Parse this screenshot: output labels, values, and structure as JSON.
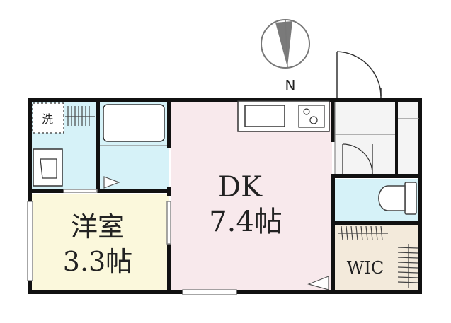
{
  "compass": {
    "label": "N"
  },
  "rooms": {
    "dk": {
      "name": "DK",
      "size": "7.4帖"
    },
    "western": {
      "name": "洋室",
      "size": "3.3帖"
    },
    "wic": {
      "name": "WIC"
    },
    "laundry": {
      "name": "洗"
    }
  },
  "colors": {
    "dk_fill": "#f8e9ec",
    "western_fill": "#fbf8dc",
    "bath_fill": "#d6f2f8",
    "wic_fill": "#f3eadb",
    "entry_fill": "#f4f4f4",
    "wall": "#111111"
  }
}
